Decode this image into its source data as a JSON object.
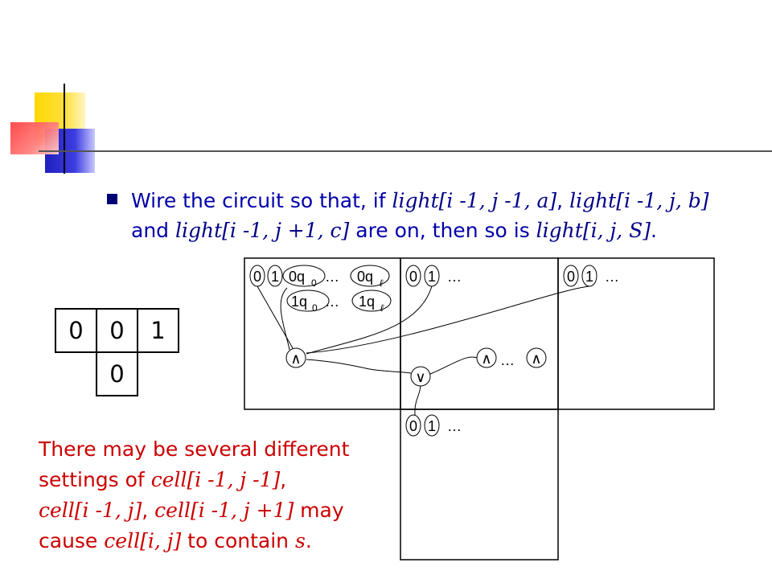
{
  "bullet": {
    "prefix": "Wire the circuit so that, if",
    "expr1": "light[i -1, j -1, a]",
    "sep1": ",",
    "expr2": "light[i -1, j, b]",
    "and_word": "and",
    "expr3": "light[i -1, j +1, c]",
    "mid": "are on, then so is",
    "expr4": "light[i, j, S]",
    "end": "."
  },
  "small_grid": {
    "row1": [
      "0",
      "0",
      "1"
    ],
    "row2": [
      "",
      "0",
      ""
    ]
  },
  "note": {
    "line1": "There may be several different",
    "line2_prefix": "settings of",
    "line2_expr": "cell[i -1, j -1]",
    "line2_suffix": ",",
    "line3_expr1": "cell[i -1, j]",
    "line3_sep": ",",
    "line3_expr2": "cell[i -1, j +1]",
    "line3_suffix": "may",
    "line4_prefix": "cause",
    "line4_expr": "cell[i, j]",
    "line4_mid": "to contain",
    "line4_expr2": "s",
    "line4_end": "."
  },
  "circuit": {
    "cell_a_top": [
      "0",
      "1",
      "0q",
      "0",
      "…",
      "0q",
      "ℓ"
    ],
    "cell_a_second": [
      "1q",
      "0",
      "…",
      "1q",
      "ℓ"
    ],
    "cell_b_top": [
      "0",
      "1",
      "…"
    ],
    "cell_c_top": [
      "0",
      "1",
      "…"
    ],
    "cell_d_top": [
      "0",
      "1",
      "…"
    ],
    "and_gate": "∧",
    "or_gate": "∨",
    "ellipsis": "…"
  }
}
